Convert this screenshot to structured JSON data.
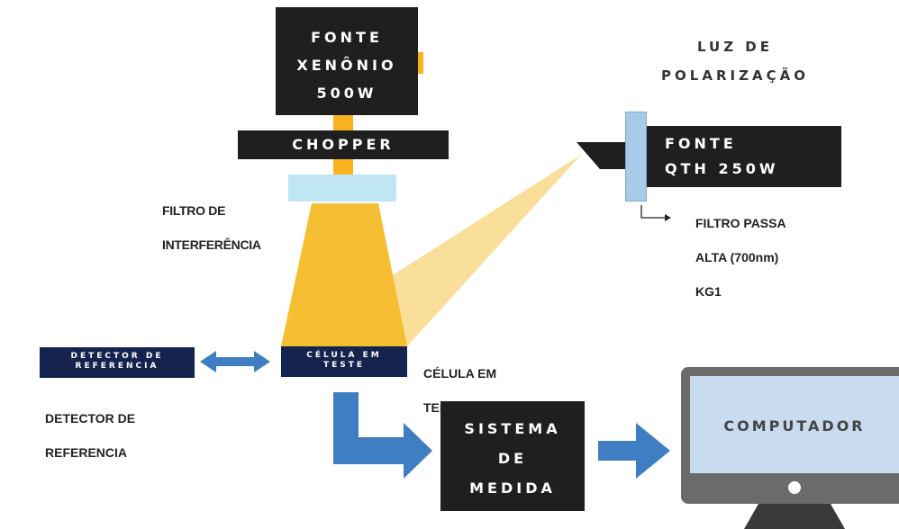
{
  "source_lamp": {
    "lines": [
      "FONTE",
      "XENÔNIO",
      "500W"
    ]
  },
  "chopper": {
    "label": "CHOPPER"
  },
  "filter_interference": {
    "lines": [
      "FILTRO DE",
      "INTERFERÊNCIA"
    ]
  },
  "polarization_light": {
    "lines": [
      "LUZ DE",
      "POLARIZAÇÃO"
    ]
  },
  "qth_source": {
    "lines": [
      "FONTE",
      "QTH 250W"
    ]
  },
  "highpass_filter": {
    "lines": [
      "FILTRO PASSA",
      "ALTA (700nm)",
      "KG1"
    ]
  },
  "reference_detector": {
    "box_lines": [
      "DETECTOR DE",
      "REFERENCIA"
    ],
    "label_lines": [
      "DETECTOR DE",
      "REFERENCIA"
    ]
  },
  "test_cell": {
    "box_lines": [
      "CÉLULA EM",
      "TESTE"
    ],
    "label_lines": [
      "CÉLULA EM",
      "TESTE"
    ]
  },
  "measurement_system": {
    "lines": [
      "SISTEMA",
      "DE",
      "MEDIDA"
    ]
  },
  "computer": {
    "label": "COMPUTADOR"
  },
  "colors": {
    "dark_box": "#1f1f1f",
    "navy_box": "#15244f",
    "beam_orange": "#f7b21e",
    "beam_light": "#f9d98a",
    "filter_cyan": "#bfe6f2",
    "polarizer_blue": "#a9c9e8",
    "arrow_blue": "#3f7ec2",
    "monitor_gray": "#6b6b6b",
    "screen_blue": "#c9dcef"
  }
}
